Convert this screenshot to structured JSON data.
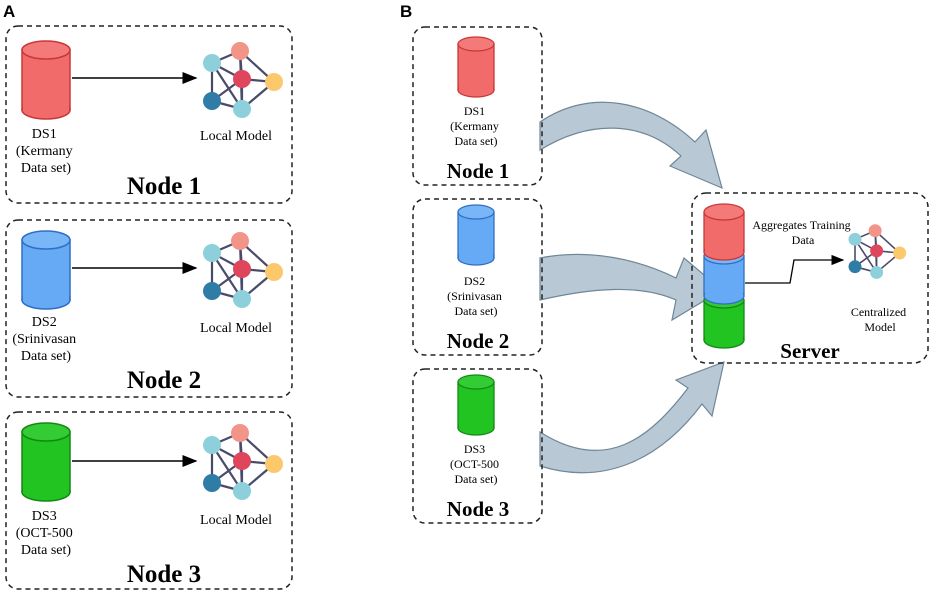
{
  "panel_a": {
    "letter": "A",
    "nodes": [
      {
        "ds_lines": [
          "DS1",
          "(Kermany",
          "Data set)"
        ],
        "node_title": "Node 1",
        "model_label": "Local Model",
        "color": "#f26b6b"
      },
      {
        "ds_lines": [
          "DS2",
          "(Srinivasan",
          "Data set)"
        ],
        "node_title": "Node 2",
        "model_label": "Local Model",
        "color": "#66aaf5"
      },
      {
        "ds_lines": [
          "DS3",
          "(OCT-500",
          "Data set)"
        ],
        "node_title": "Node 3",
        "model_label": "Local Model",
        "color": "#22c422"
      }
    ]
  },
  "panel_b": {
    "letter": "B",
    "nodes": [
      {
        "ds_lines": [
          "DS1",
          "(Kermany",
          "Data set)"
        ],
        "node_title": "Node 1",
        "color": "#f26b6b"
      },
      {
        "ds_lines": [
          "DS2",
          "(Srinivasan",
          "Data set)"
        ],
        "node_title": "Node 2",
        "color": "#66aaf5"
      },
      {
        "ds_lines": [
          "DS3",
          "(OCT-500",
          "Data set)"
        ],
        "node_title": "Node 3",
        "color": "#22c422"
      }
    ],
    "server": {
      "aggregate_lines": [
        "Aggregates Training",
        "Data"
      ],
      "model_lines": [
        "Centralized",
        "Model"
      ],
      "title": "Server"
    }
  },
  "colors": {
    "red": "#f26b6b",
    "blue": "#66aaf5",
    "green": "#22c422",
    "arrow_fill": "#b8c8d4",
    "net_lightblue": "#8ecfdc",
    "net_salmon": "#f29488",
    "net_crimson": "#e0455e",
    "net_yellow": "#fbc96b",
    "net_steel": "#2f7ca6",
    "net_edge": "#4a4a6a"
  }
}
